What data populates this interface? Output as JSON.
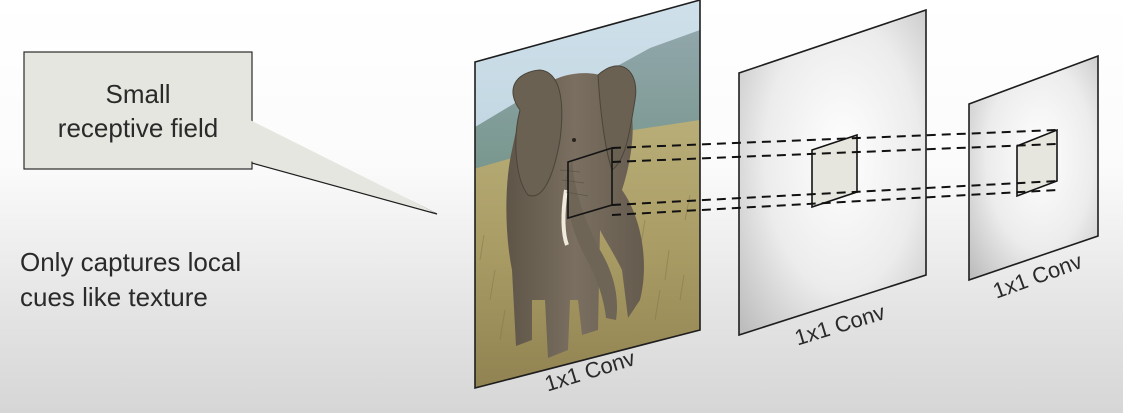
{
  "callout": {
    "line1": "Small",
    "line2": "receptive field"
  },
  "side_note": {
    "line1": "Only captures local",
    "line2": "cues like texture"
  },
  "layers": [
    {
      "label": "1x1 Conv"
    },
    {
      "label": "1x1 Conv"
    },
    {
      "label": "1x1 Conv"
    }
  ],
  "colors": {
    "panel_fill": "#e6e6e0",
    "frame_stroke": "#1e1e1e",
    "text": "#2a2a2a"
  }
}
